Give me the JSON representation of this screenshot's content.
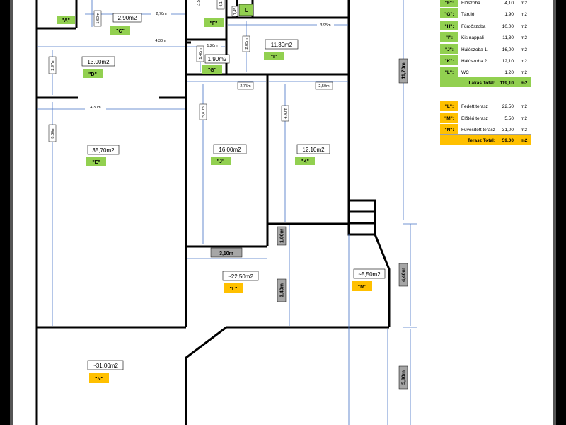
{
  "rooms": [
    {
      "id": "A",
      "label": "\"A\"",
      "area": ""
    },
    {
      "id": "C",
      "label": "\"C\"",
      "area": "2,90m2"
    },
    {
      "id": "D",
      "label": "\"D\"",
      "area": "13,00m2"
    },
    {
      "id": "E",
      "label": "\"E\"",
      "area": "35,70m2"
    },
    {
      "id": "F",
      "label": "\"F\"",
      "area": ""
    },
    {
      "id": "G",
      "label": "\"G\"",
      "area": "1,90m2"
    },
    {
      "id": "I",
      "label": "\"I\"",
      "area": "11,30m2"
    },
    {
      "id": "J",
      "label": "\"J\"",
      "area": "16,00m2"
    },
    {
      "id": "K",
      "label": "\"K\"",
      "area": "12,10m2"
    },
    {
      "id": "L",
      "label": "\"L\"",
      "area": "~22,50m2"
    },
    {
      "id": "M",
      "label": "\"M\"",
      "area": "~5,50m2"
    },
    {
      "id": "N",
      "label": "\"N\"",
      "area": "~31,00m2"
    },
    {
      "id": "WC",
      "label": "L",
      "area": ""
    }
  ],
  "dimensions": {
    "d1": "2,70m",
    "d2": "4,30m",
    "d3": "3,95m",
    "d4": "2,75m",
    "d5": "2,50m",
    "d6": "4,30m",
    "d7": "1,20m",
    "d8": "1,60m",
    "d9": "2,85m",
    "d10": "5,8m",
    "d11": "4,40m",
    "d12": "5,81m",
    "d13": "1,60m",
    "d14": "2,97m",
    "d15": "8,30m",
    "d16": "1,40m",
    "d17": "3,10m",
    "d18": "1,00m",
    "d19": "3,40m",
    "d20": "4,40m",
    "d21": "5,80m",
    "d22": "11,70m",
    "d23": "4,1",
    "d24": "1,45",
    "d25": "3,5"
  },
  "table": {
    "rows": [
      {
        "code": "\"F\":",
        "name": "Előszoba",
        "value": "4,10",
        "unit": "m2"
      },
      {
        "code": "\"G\":",
        "name": "Tároló",
        "value": "1,90",
        "unit": "m2"
      },
      {
        "code": "\"H\":",
        "name": "Fürdőszoba",
        "value": "10,00",
        "unit": "m2"
      },
      {
        "code": "\"I\":",
        "name": "Kis nappali",
        "value": "11,30",
        "unit": "m2"
      },
      {
        "code": "\"J\":",
        "name": "Hálószoba 1.",
        "value": "16,00",
        "unit": "m2"
      },
      {
        "code": "\"K\":",
        "name": "Hálószoba 2.",
        "value": "12,10",
        "unit": "m2"
      },
      {
        "code": "\"L\":",
        "name": "WC",
        "value": "1,20",
        "unit": "m2"
      }
    ],
    "total": {
      "label": "Lakás Total:",
      "value": "119,10",
      "unit": "m2"
    },
    "terrace_rows": [
      {
        "code": "\"L\":",
        "name": "Fedett terasz",
        "value": "22,50",
        "unit": "m2"
      },
      {
        "code": "\"M\":",
        "name": "Előtéri terasz",
        "value": "5,50",
        "unit": "m2"
      },
      {
        "code": "\"N\":",
        "name": "Füvesített terasz",
        "value": "31,00",
        "unit": "m2"
      }
    ],
    "terrace_total": {
      "label": "Terasz Total:",
      "value": "59,00",
      "unit": "m2"
    }
  },
  "colors": {
    "green": "#92d050",
    "orange": "#ffc000",
    "dim_box": "#a6a6a6",
    "dim_line": "#4472c4"
  }
}
